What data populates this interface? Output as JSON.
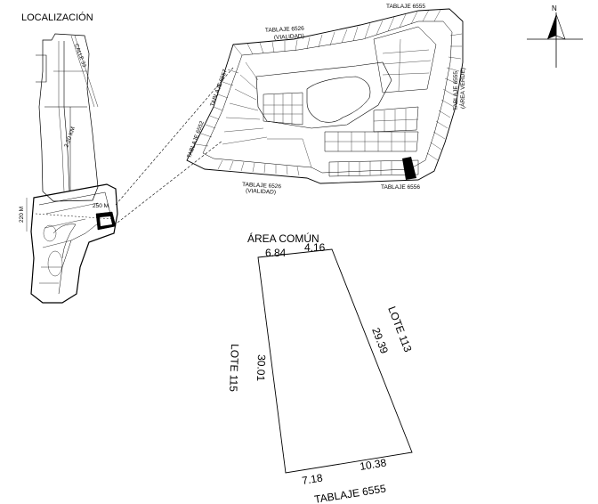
{
  "location_title": "LOCALIZACIÓN",
  "north_label": "N",
  "location_map": {
    "street_label": "CALLE 33",
    "distance_long": "2.20 KM",
    "distance_short": "220 M",
    "distance_250": "250 M"
  },
  "subdivision": {
    "tablaje_6526_vialidad_top": [
      "TABLAJE 6526",
      "(VIALIDAD)"
    ],
    "tablaje_6555_top": "TABLAJE 6555",
    "tablaje_6555_area_verde": [
      "TABLAJE 6555",
      "(ÁREA VERDE)"
    ],
    "tablaje_6552": "TABLAJE 6552",
    "tablaje_6557": "TABLAJE 6557",
    "tablaje_6526_vialidad_bottom": [
      "TABLAJE 6526",
      "(VIALIDAD)"
    ],
    "tablaje_6556": "TABLAJE 6556"
  },
  "lot": {
    "top_neighbor": "ÁREA COMÚN",
    "top_left_dim": "6.84",
    "top_right_dim": "4.16",
    "left_neighbor": "LOTE 115",
    "left_dim": "30.01",
    "right_neighbor": "LOTE 113",
    "right_dim": "29.39",
    "bottom_left_dim": "7.18",
    "bottom_right_dim": "10.38",
    "bottom_neighbor": "TABLAJE 6555"
  },
  "colors": {
    "ink": "#000000",
    "highlight_lot": "#000000",
    "background": "#ffffff"
  }
}
